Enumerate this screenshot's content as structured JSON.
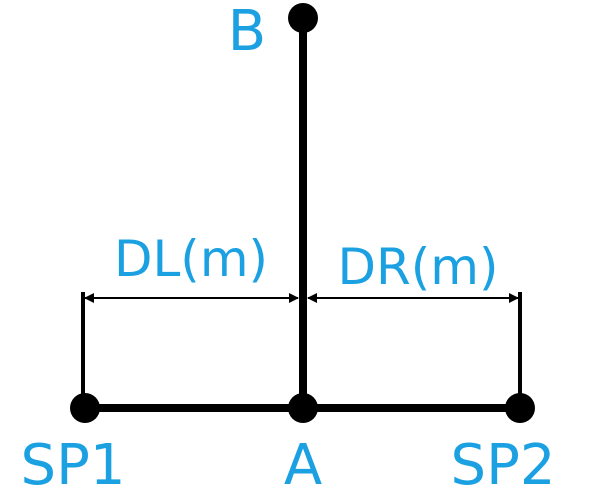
{
  "diagram": {
    "labels": {
      "top_point": "B",
      "center_point": "A",
      "left_point": "SP1",
      "right_point": "SP2",
      "left_distance": "DL(m)",
      "right_distance": "DR(m)"
    },
    "colors": {
      "label": "#1ba1e2",
      "line": "#000000"
    }
  }
}
